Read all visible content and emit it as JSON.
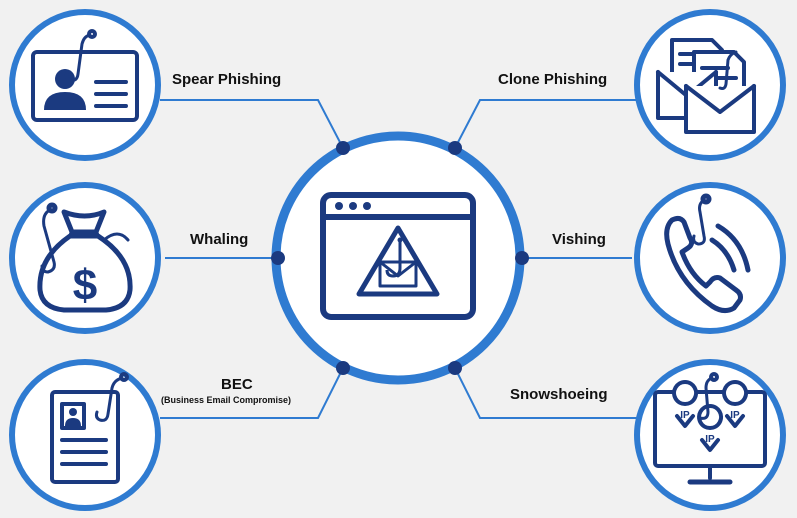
{
  "center": {
    "icon": "browser-window-warning-hook-icon"
  },
  "methods": [
    {
      "id": "spear-phishing",
      "label": "Spear Phishing",
      "icon": "id-card-hook-icon"
    },
    {
      "id": "whaling",
      "label": "Whaling",
      "icon": "money-bag-hook-icon"
    },
    {
      "id": "bec",
      "label": "BEC",
      "sublabel": "(Business Email Compromise)",
      "icon": "document-profile-hook-icon"
    },
    {
      "id": "clone-phishing",
      "label": "Clone Phishing",
      "icon": "envelope-document-hook-icon"
    },
    {
      "id": "vishing",
      "label": "Vishing",
      "icon": "phone-hook-icon"
    },
    {
      "id": "snowshoeing",
      "label": "Snowshoeing",
      "icon": "monitor-ip-hook-icon"
    }
  ],
  "colors": {
    "ring": "#2f7bd1",
    "icon": "#1b3a80",
    "connector": "#2f7bd1",
    "dot": "#1b3a80",
    "background": "#f1f1f1"
  }
}
